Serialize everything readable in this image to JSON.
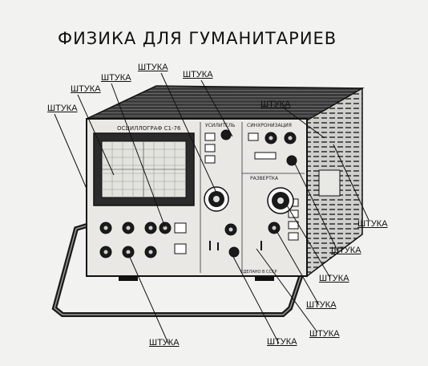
{
  "title": "ФИЗИКА ДЛЯ ГУМАНИТАРИЕВ",
  "device": {
    "model": "ОСЦИЛЛОГРАФ С1-76",
    "section_amplifier": "УСИЛИТЕЛЬ",
    "section_sync": "СИНХРОНИЗАЦИЯ",
    "section_sweep": "РАЗВЕРТКА",
    "made_in": "СДЕЛАНО В СССР"
  },
  "labels": [
    "ШТУКА",
    "ШТУКА",
    "ШТУКА",
    "ШТУКА",
    "ШТУКА",
    "ШТУКА",
    "ШТУКА",
    "ШТУКА",
    "ШТУКА",
    "ШТУКА",
    "ШТУКА",
    "ШТУКА",
    "ШТУКА"
  ],
  "colors": {
    "ink": "#111111",
    "panel": "#e9e8e4",
    "case": "#2a2a2a"
  }
}
